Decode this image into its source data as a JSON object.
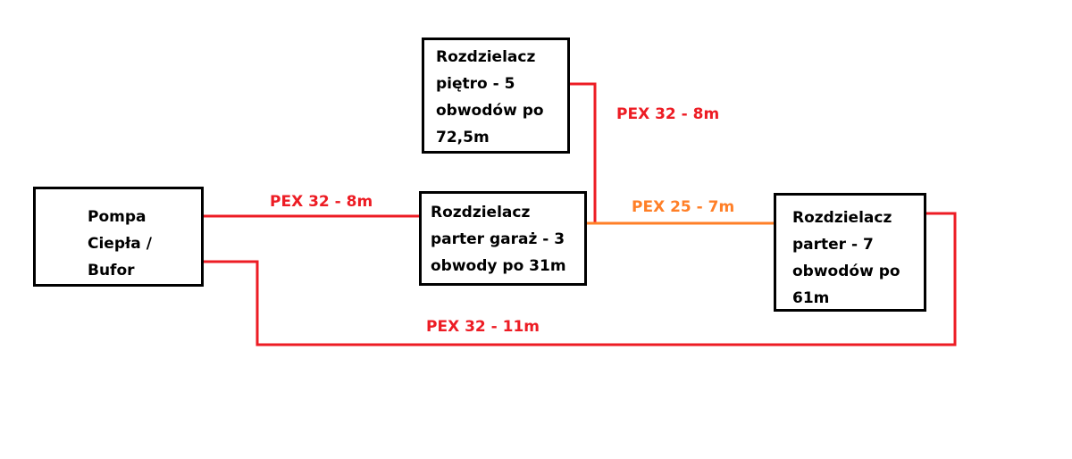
{
  "colors": {
    "pex32": "#ed1c24",
    "pex25": "#ff7f27",
    "box_border": "#000000"
  },
  "nodes": {
    "pump": "Pompa Ciepła / Bufor",
    "floor_manifold": "Rozdzielacz piętro - 5 obwodów po 72,5m",
    "garage_manifold": "Rozdzielacz parter garaż - 3 obwody po 31m",
    "ground_manifold": "Rozdzielacz parter - 7 obwodów po 61m"
  },
  "pipes": {
    "pump_to_garage": "PEX 32 - 8m",
    "garage_to_floor": "PEX 32 - 8m",
    "garage_to_ground": "PEX 25 - 7m",
    "pump_to_ground": "PEX 32 - 11m"
  }
}
